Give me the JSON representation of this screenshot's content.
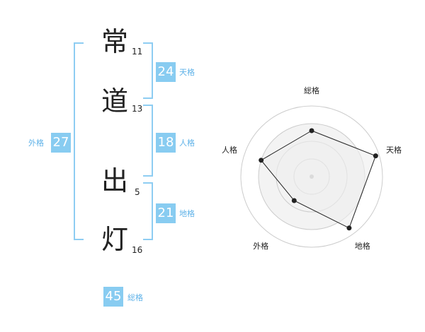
{
  "name": {
    "characters": [
      {
        "char": "常",
        "strokes": "11"
      },
      {
        "char": "道",
        "strokes": "13"
      },
      {
        "char": "出",
        "strokes": "5"
      },
      {
        "char": "灯",
        "strokes": "16"
      }
    ]
  },
  "fortune": {
    "tenkaku": {
      "value": "24",
      "label": "天格"
    },
    "jinkaku": {
      "value": "18",
      "label": "人格"
    },
    "chikaku": {
      "value": "21",
      "label": "地格"
    },
    "gaikaku": {
      "value": "27",
      "label": "外格"
    },
    "soukaku": {
      "value": "45",
      "label": "総格"
    }
  },
  "chart_data": {
    "type": "radar",
    "axes": [
      "総格",
      "天格",
      "地格",
      "外格",
      "人格"
    ],
    "values": [
      0.65,
      0.95,
      0.9,
      0.42,
      0.75
    ],
    "range": [
      0,
      1
    ],
    "rings": 4,
    "colors": {
      "fill": "#eeeeee",
      "line": "#222222",
      "grid": "#cccccc",
      "center": "#bbbbbb"
    }
  }
}
